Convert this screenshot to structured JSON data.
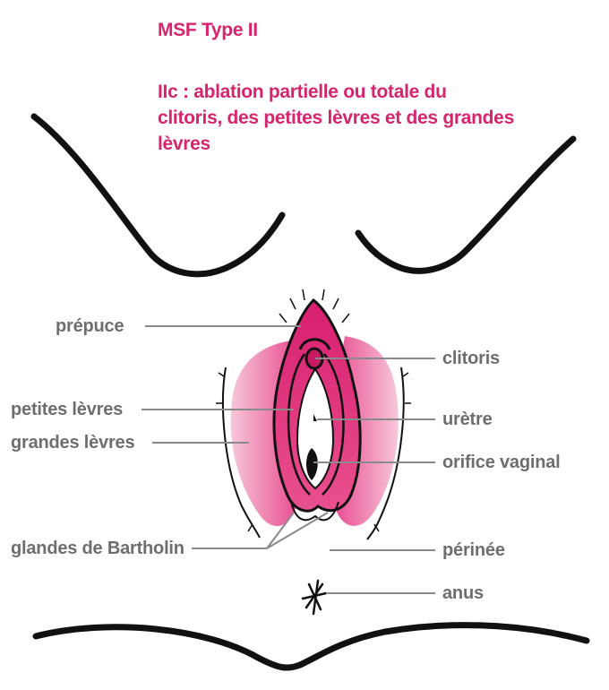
{
  "header": {
    "title": "MSF Type II",
    "description": "IIc : ablation partielle ou totale du clitoris, des petites lèvres et des grandes lèvres"
  },
  "labels": {
    "prepuce": "prépuce",
    "petites_levres": "petites lèvres",
    "grandes_levres": "grandes lèvres",
    "glandes_bartholin": "glandes de Bartholin",
    "clitoris": "clitoris",
    "uretre": "urètre",
    "orifice_vaginal": "orifice vaginal",
    "perinee": "périnée",
    "anus": "anus"
  },
  "colors": {
    "accent": "#d6246e",
    "label_grey": "#6d6e71",
    "line_grey": "#8a8a8a",
    "outline": "#111111",
    "tissue_pink": "#e2307e",
    "tissue_light": "#f4b3cf"
  }
}
